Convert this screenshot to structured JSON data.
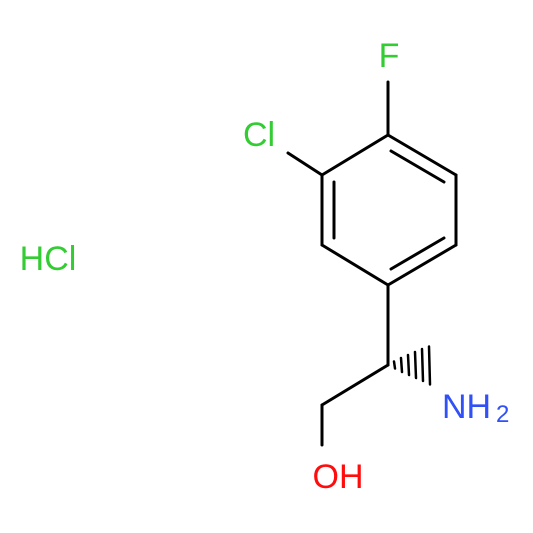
{
  "molecule": {
    "labels": {
      "fluorine": "F",
      "chlorine": "Cl",
      "hydrochloride": "HCl",
      "amine_main": "NH",
      "amine_subscript": "2",
      "hydroxyl": "OH"
    },
    "colors": {
      "bond": "#000000",
      "halogen": "#33cc33",
      "nitrogen": "#3050f8",
      "oxygen": "#ff0d0d"
    }
  }
}
